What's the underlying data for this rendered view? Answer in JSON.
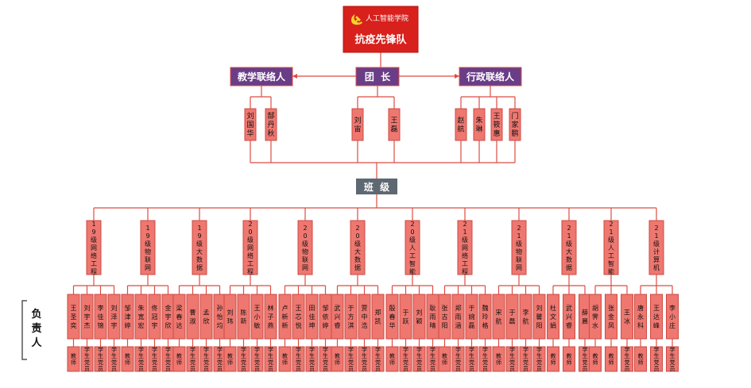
{
  "header": {
    "emblem_icon": "hammer-sickle-icon",
    "school": "人工智能学院",
    "team": "抗疫先锋队"
  },
  "colors": {
    "red_top": "#d8201c",
    "purple": "#6a3d87",
    "slate": "#5e6872",
    "salmon": "#ee7770",
    "salmon_border": "#cf4a42",
    "line": "#dc4c44",
    "text_light": "#ffffff",
    "text_dark": "#111111"
  },
  "leadership": {
    "left_title": "教学联络人",
    "center_title": "团  长",
    "right_title": "行政联络人",
    "left_members": [
      "刘国华",
      "郜丹秋"
    ],
    "center_members": [
      "刘宙",
      "王磊"
    ],
    "right_members": [
      "赵航",
      "朱琳",
      "王筱惠",
      "门家鹏"
    ]
  },
  "class_hub": "班  级",
  "side_label": "负责人",
  "classes": [
    {
      "name": "19级网络工程",
      "leaders": [
        {
          "name": "王圣奕",
          "role": "教师"
        },
        {
          "name": "刘宇杰",
          "role": "学生党员"
        },
        {
          "name": "李佳锦",
          "role": "学生党员"
        },
        {
          "name": "刘泽宇",
          "role": "学生党员"
        }
      ]
    },
    {
      "name": "19级物联网",
      "leaders": [
        {
          "name": "邹津婷",
          "role": "教师"
        },
        {
          "name": "朱宽宏",
          "role": "学生党员"
        },
        {
          "name": "佟冠宇",
          "role": "学生党员"
        },
        {
          "name": "金宇欣",
          "role": "学生党员"
        }
      ]
    },
    {
      "name": "19级大数据",
      "leaders": [
        {
          "name": "梁春达",
          "role": "教师"
        },
        {
          "name": "曹淑",
          "role": "学生党员"
        },
        {
          "name": "孟欣",
          "role": "学生党员"
        },
        {
          "name": "孙怡均",
          "role": "学生党员"
        }
      ]
    },
    {
      "name": "20级网络工程",
      "leaders": [
        {
          "name": "刘玮",
          "role": "教师"
        },
        {
          "name": "陈新",
          "role": "学生党员"
        },
        {
          "name": "王小敏",
          "role": "学生党员"
        },
        {
          "name": "林子燕",
          "role": "学生党员"
        }
      ]
    },
    {
      "name": "20级物联网",
      "leaders": [
        {
          "name": "卢新新",
          "role": "教师"
        },
        {
          "name": "王芯悦",
          "role": "学生党员"
        },
        {
          "name": "田佳坤",
          "role": "学生党员"
        },
        {
          "name": "邹依婷",
          "role": "学生党员"
        }
      ]
    },
    {
      "name": "20级大数据",
      "leaders": [
        {
          "name": "武兴睿",
          "role": "教师"
        },
        {
          "name": "于方淇",
          "role": "学生党员"
        },
        {
          "name": "贾中浩",
          "role": "学生党员"
        },
        {
          "name": "郑凯",
          "role": "学生党员"
        }
      ]
    },
    {
      "name": "20级人工智能",
      "leaders": [
        {
          "name": "殷春华",
          "role": "教师"
        },
        {
          "name": "于跃",
          "role": "学生党员"
        },
        {
          "name": "刘颖",
          "role": "学生党员"
        },
        {
          "name": "耿雨晴",
          "role": "学生党员"
        }
      ]
    },
    {
      "name": "21级网络工程",
      "leaders": [
        {
          "name": "张古阳",
          "role": "教师"
        },
        {
          "name": "郑雨涵",
          "role": "学生党员"
        },
        {
          "name": "于婉磊",
          "role": "学生党员"
        },
        {
          "name": "魏玲格",
          "role": "学生党员"
        }
      ]
    },
    {
      "name": "21级物联网",
      "leaders": [
        {
          "name": "宋航",
          "role": "教师"
        },
        {
          "name": "于磊",
          "role": "学生党员"
        },
        {
          "name": "李航",
          "role": "学生党员"
        },
        {
          "name": "刘馨阳",
          "role": "学生党员"
        }
      ]
    },
    {
      "name": "21级大数据",
      "leaders": [
        {
          "name": "杜文娟",
          "role": "教师"
        },
        {
          "name": "武兴睿",
          "role": "教师"
        },
        {
          "name": "薛晨",
          "role": "学生党员"
        }
      ]
    },
    {
      "name": "21级人工智能",
      "leaders": [
        {
          "name": "胡霁水",
          "role": "教师"
        },
        {
          "name": "张金凤",
          "role": "教师"
        },
        {
          "name": "王冰",
          "role": "学生党员"
        }
      ]
    },
    {
      "name": "21级计算机",
      "leaders": [
        {
          "name": "唐永科",
          "role": "教师"
        },
        {
          "name": "王达峰",
          "role": "学生党员"
        },
        {
          "name": "李小庄",
          "role": "学生党员"
        }
      ]
    }
  ]
}
